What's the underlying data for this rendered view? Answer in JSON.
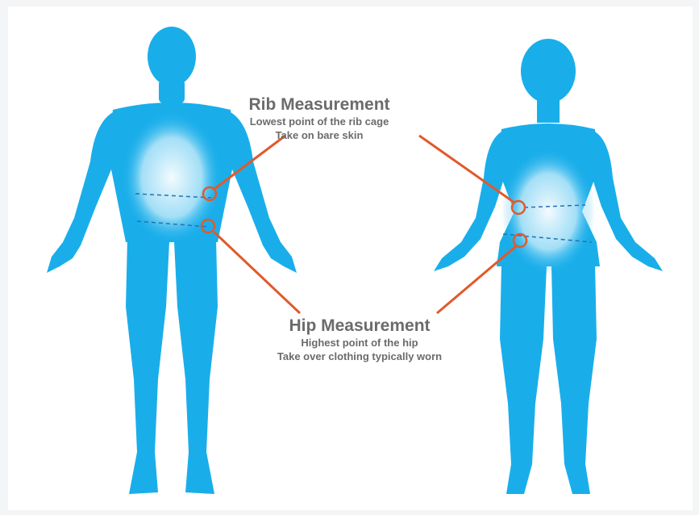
{
  "rib": {
    "title": "Rib Measurement",
    "line1": "Lowest point of the rib cage",
    "line2": "Take on bare skin"
  },
  "hip": {
    "title": "Hip Measurement",
    "line1": "Highest point of the hip",
    "line2": "Take over clothing typically worn"
  },
  "colors": {
    "body": "#19aeea",
    "highlight": "#cfeefb",
    "pointer": "#e05a2b",
    "dashed": "#2a6fb0",
    "text": "#6b6b6b"
  }
}
